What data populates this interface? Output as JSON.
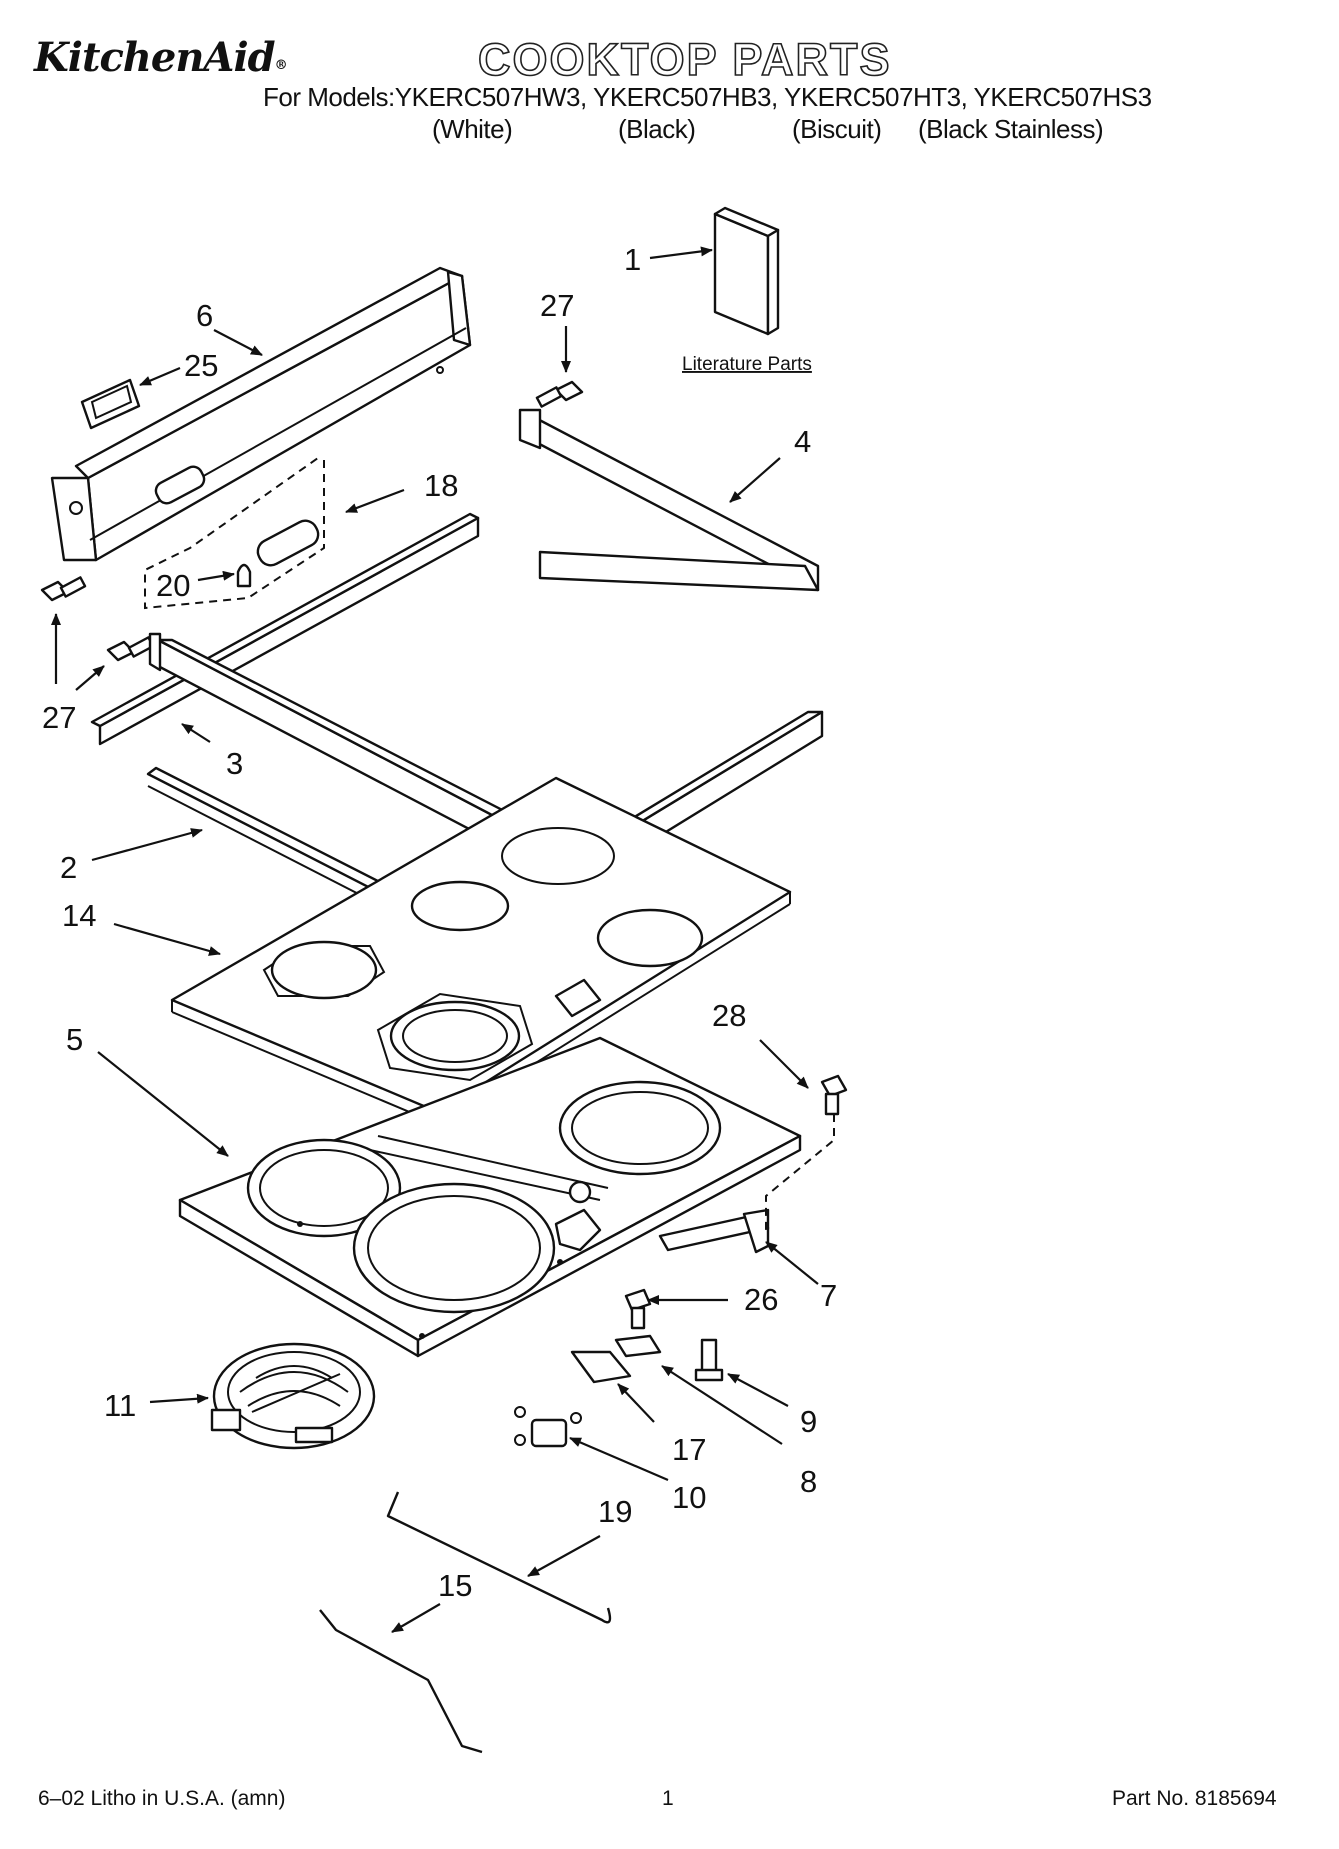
{
  "header": {
    "brand": "KitchenAid",
    "brand_mark": "®",
    "title": "COOKTOP PARTS",
    "models_line": "For Models:YKERC507HW3, YKERC507HB3, YKERC507HT3, YKERC507HS3",
    "colors": [
      "(White)",
      "(Black)",
      "(Biscuit)",
      "(Black Stainless)"
    ]
  },
  "diagram": {
    "literature_label": "Literature Parts",
    "callouts": [
      "1",
      "27",
      "6",
      "25",
      "4",
      "18",
      "20",
      "27",
      "3",
      "2",
      "14",
      "5",
      "28",
      "7",
      "26",
      "9",
      "11",
      "17",
      "8",
      "10",
      "19",
      "15"
    ]
  },
  "footer": {
    "left": "6–02 Litho in U.S.A. (amn)",
    "center": "1",
    "right": "Part No. 8185694"
  }
}
